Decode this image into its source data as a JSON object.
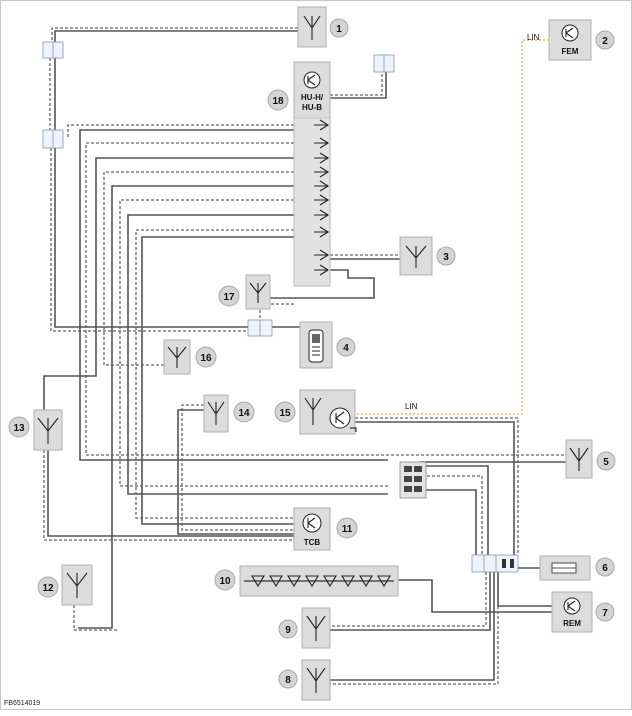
{
  "figure_ref": "FB6514019",
  "line_label_top": "LIN",
  "line_label_mid": "LIN",
  "modules": {
    "fem": "FEM",
    "rem": "REM",
    "tcb": "TCB",
    "head_unit_line1": "HU-H/",
    "head_unit_line2": "HU-B"
  },
  "callouts": {
    "c1": "1",
    "c2": "2",
    "c3": "3",
    "c4": "4",
    "c5": "5",
    "c6": "6",
    "c7": "7",
    "c8": "8",
    "c9": "9",
    "c10": "10",
    "c11": "11",
    "c12": "12",
    "c13": "13",
    "c14": "14",
    "c15": "15",
    "c16": "16",
    "c17": "17",
    "c18": "18"
  },
  "colors": {
    "lin_line": "#f2a93b",
    "component_fill": "#dcdcdc",
    "cable": "#555555"
  }
}
